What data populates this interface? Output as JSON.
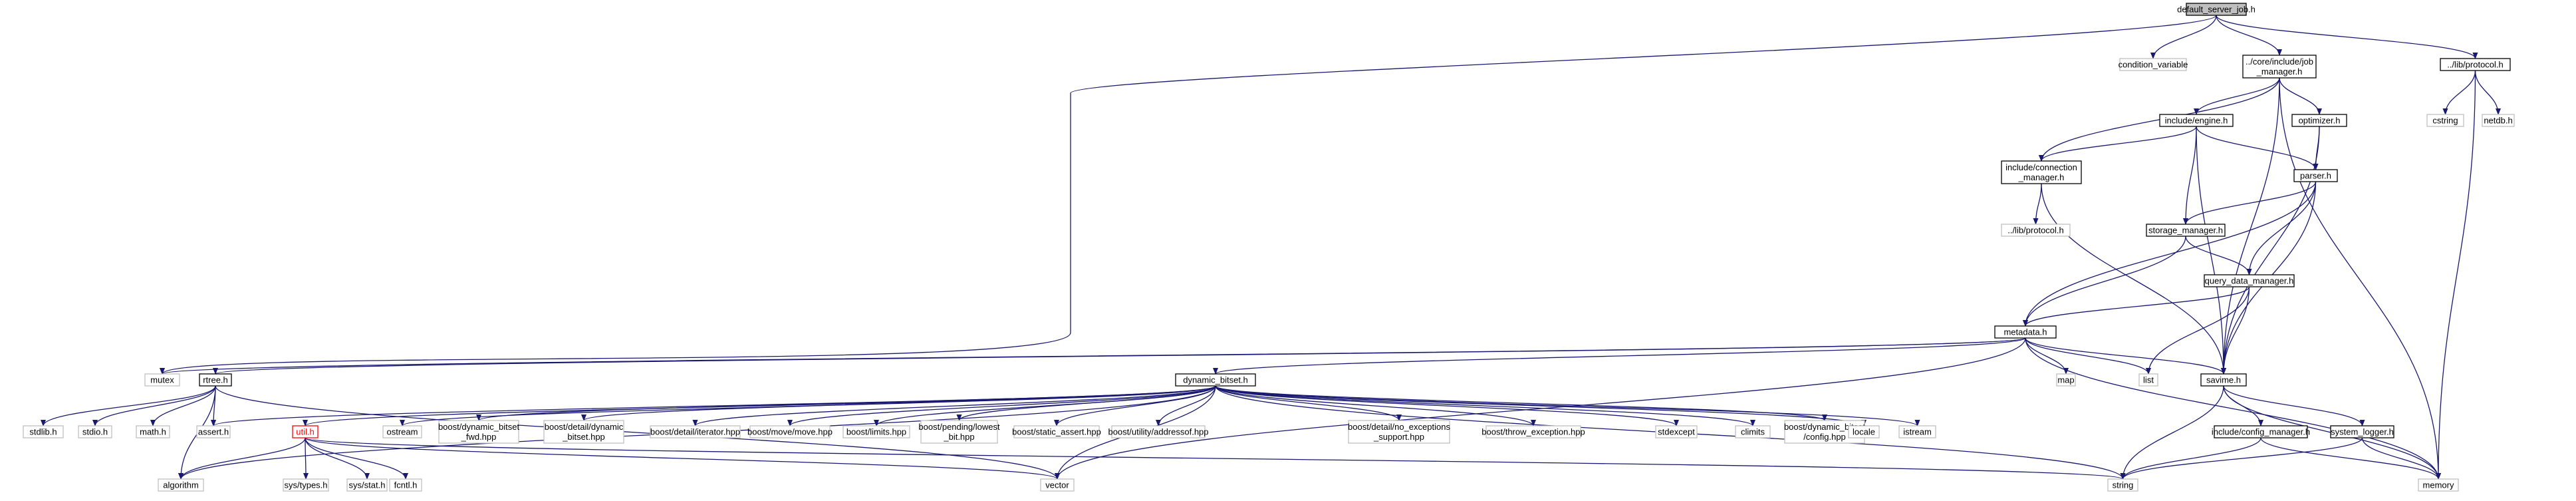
{
  "graph": {
    "title": "default_server_job.h",
    "edge_color": "#191970",
    "nodes": [
      {
        "id": "root",
        "lines": [
          "default_server_job.h"
        ],
        "kind": "main"
      },
      {
        "id": "condvar",
        "lines": [
          "condition_variable"
        ],
        "kind": "ext"
      },
      {
        "id": "jobmgr",
        "lines": [
          "../core/include/job",
          "_manager.h"
        ],
        "kind": "proj"
      },
      {
        "id": "libproto",
        "lines": [
          "../lib/protocol.h"
        ],
        "kind": "proj"
      },
      {
        "id": "cstring",
        "lines": [
          "cstring"
        ],
        "kind": "ext"
      },
      {
        "id": "netdb",
        "lines": [
          "netdb.h"
        ],
        "kind": "ext"
      },
      {
        "id": "engine",
        "lines": [
          "include/engine.h"
        ],
        "kind": "proj"
      },
      {
        "id": "optimizer",
        "lines": [
          "optimizer.h"
        ],
        "kind": "proj"
      },
      {
        "id": "connmgr",
        "lines": [
          "include/connection",
          "_manager.h"
        ],
        "kind": "proj"
      },
      {
        "id": "parser",
        "lines": [
          "parser.h"
        ],
        "kind": "proj"
      },
      {
        "id": "libproto2",
        "lines": [
          "../lib/protocol.h"
        ],
        "kind": "ext"
      },
      {
        "id": "storage",
        "lines": [
          "storage_manager.h"
        ],
        "kind": "proj"
      },
      {
        "id": "qdm",
        "lines": [
          "query_data_manager.h"
        ],
        "kind": "proj"
      },
      {
        "id": "metadata",
        "lines": [
          "metadata.h"
        ],
        "kind": "proj"
      },
      {
        "id": "mutex",
        "lines": [
          "mutex"
        ],
        "kind": "ext"
      },
      {
        "id": "rtree",
        "lines": [
          "rtree.h"
        ],
        "kind": "proj"
      },
      {
        "id": "map",
        "lines": [
          "map"
        ],
        "kind": "ext"
      },
      {
        "id": "list",
        "lines": [
          "list"
        ],
        "kind": "ext"
      },
      {
        "id": "savime",
        "lines": [
          "savime.h"
        ],
        "kind": "proj"
      },
      {
        "id": "dynbitset",
        "lines": [
          "dynamic_bitset.h"
        ],
        "kind": "proj"
      },
      {
        "id": "stdlib",
        "lines": [
          "stdlib.h"
        ],
        "kind": "ext"
      },
      {
        "id": "stdio",
        "lines": [
          "stdio.h"
        ],
        "kind": "ext"
      },
      {
        "id": "math",
        "lines": [
          "math.h"
        ],
        "kind": "ext"
      },
      {
        "id": "assert",
        "lines": [
          "assert.h"
        ],
        "kind": "ext"
      },
      {
        "id": "util",
        "lines": [
          "util.h"
        ],
        "kind": "err"
      },
      {
        "id": "ostream",
        "lines": [
          "ostream"
        ],
        "kind": "ext"
      },
      {
        "id": "bdbfwd",
        "lines": [
          "boost/dynamic_bitset",
          "_fwd.hpp"
        ],
        "kind": "ext"
      },
      {
        "id": "bddyn",
        "lines": [
          "boost/detail/dynamic",
          "_bitset.hpp"
        ],
        "kind": "ext"
      },
      {
        "id": "bditer",
        "lines": [
          "boost/detail/iterator.hpp"
        ],
        "kind": "ext"
      },
      {
        "id": "bmove",
        "lines": [
          "boost/move/move.hpp"
        ],
        "kind": "ext"
      },
      {
        "id": "blimits",
        "lines": [
          "boost/limits.hpp"
        ],
        "kind": "ext"
      },
      {
        "id": "blowest",
        "lines": [
          "boost/pending/lowest",
          "_bit.hpp"
        ],
        "kind": "ext"
      },
      {
        "id": "bstatic",
        "lines": [
          "boost/static_assert.hpp"
        ],
        "kind": "ext"
      },
      {
        "id": "baddr",
        "lines": [
          "boost/utility/addressof.hpp"
        ],
        "kind": "ext"
      },
      {
        "id": "bnoexc",
        "lines": [
          "boost/detail/no_exceptions",
          "_support.hpp"
        ],
        "kind": "ext"
      },
      {
        "id": "bthrow",
        "lines": [
          "boost/throw_exception.hpp"
        ],
        "kind": "ext"
      },
      {
        "id": "stdexcept",
        "lines": [
          "stdexcept"
        ],
        "kind": "ext"
      },
      {
        "id": "climits",
        "lines": [
          "climits"
        ],
        "kind": "ext"
      },
      {
        "id": "bdbconf",
        "lines": [
          "boost/dynamic_bitset",
          "/config.hpp"
        ],
        "kind": "ext"
      },
      {
        "id": "locale",
        "lines": [
          "locale"
        ],
        "kind": "ext"
      },
      {
        "id": "istream",
        "lines": [
          "istream"
        ],
        "kind": "ext"
      },
      {
        "id": "confmgr",
        "lines": [
          "include/config_manager.h"
        ],
        "kind": "proj"
      },
      {
        "id": "syslog",
        "lines": [
          "system_logger.h"
        ],
        "kind": "proj"
      },
      {
        "id": "algorithm",
        "lines": [
          "algorithm"
        ],
        "kind": "ext"
      },
      {
        "id": "systypes",
        "lines": [
          "sys/types.h"
        ],
        "kind": "ext"
      },
      {
        "id": "sysstat",
        "lines": [
          "sys/stat.h"
        ],
        "kind": "ext"
      },
      {
        "id": "fcntl",
        "lines": [
          "fcntl.h"
        ],
        "kind": "ext"
      },
      {
        "id": "vector",
        "lines": [
          "vector"
        ],
        "kind": "ext"
      },
      {
        "id": "string",
        "lines": [
          "string"
        ],
        "kind": "ext"
      },
      {
        "id": "memory",
        "lines": [
          "memory"
        ],
        "kind": "ext"
      }
    ]
  }
}
